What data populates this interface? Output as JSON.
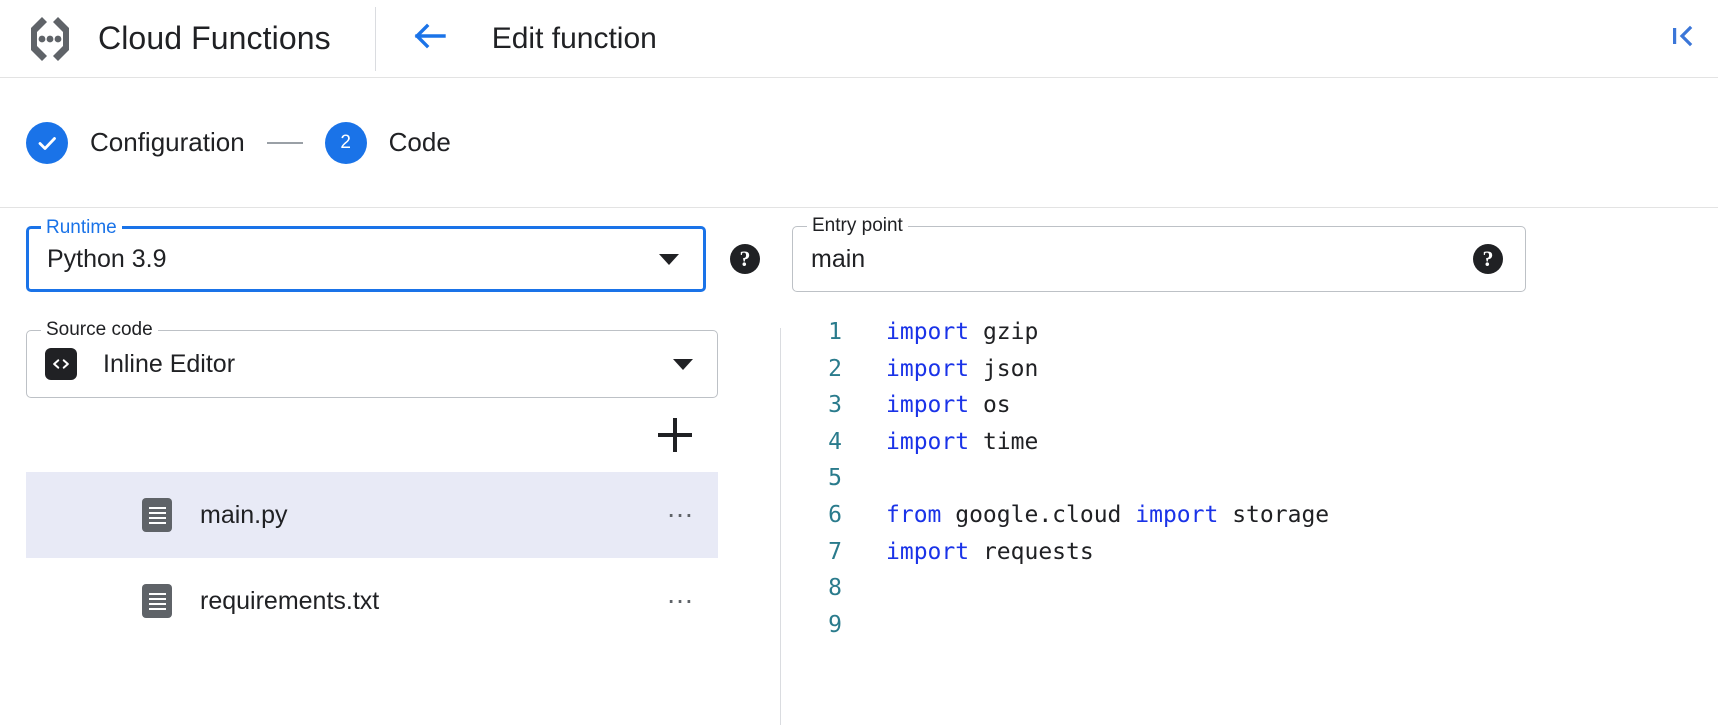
{
  "header": {
    "brand_title": "Cloud Functions",
    "brand_logo_icon": "cloud-functions-logo-icon",
    "back_icon": "arrow-left-icon",
    "page_title": "Edit function",
    "collapse_icon": "collapse-panel-icon"
  },
  "stepper": {
    "steps": [
      {
        "marker": "✓",
        "label": "Configuration",
        "state": "completed"
      },
      {
        "marker": "2",
        "label": "Code",
        "state": "active"
      }
    ]
  },
  "form": {
    "runtime": {
      "legend": "Runtime",
      "value": "Python 3.9",
      "focused": true,
      "dropdown_icon": "chevron-down-icon",
      "help_icon": "help-icon",
      "help_label": "?"
    },
    "entry_point": {
      "legend": "Entry point",
      "value": "main",
      "focused": false,
      "help_icon": "help-icon",
      "help_label": "?"
    },
    "source_code": {
      "legend": "Source code",
      "value": "Inline Editor",
      "leading_icon": "code-brackets-icon",
      "dropdown_icon": "chevron-down-icon"
    },
    "add_file_label": "+",
    "add_file_icon": "plus-icon"
  },
  "files": [
    {
      "name": "main.py",
      "icon": "file-icon",
      "selected": true,
      "menu_icon": "overflow-menu-icon",
      "menu_label": "…"
    },
    {
      "name": "requirements.txt",
      "icon": "file-icon",
      "selected": false,
      "menu_icon": "overflow-menu-icon",
      "menu_label": "…"
    }
  ],
  "editor": {
    "lines": [
      {
        "num": "1",
        "tokens": [
          {
            "t": "import",
            "k": "kw"
          },
          {
            "t": " gzip",
            "k": "id"
          }
        ]
      },
      {
        "num": "2",
        "tokens": [
          {
            "t": "import",
            "k": "kw"
          },
          {
            "t": " json",
            "k": "id"
          }
        ]
      },
      {
        "num": "3",
        "tokens": [
          {
            "t": "import",
            "k": "kw"
          },
          {
            "t": " os",
            "k": "id"
          }
        ]
      },
      {
        "num": "4",
        "tokens": [
          {
            "t": "import",
            "k": "kw"
          },
          {
            "t": " time",
            "k": "id"
          }
        ]
      },
      {
        "num": "5",
        "tokens": []
      },
      {
        "num": "6",
        "tokens": [
          {
            "t": "from",
            "k": "kw"
          },
          {
            "t": " google.cloud ",
            "k": "id"
          },
          {
            "t": "import",
            "k": "kw"
          },
          {
            "t": " storage",
            "k": "id"
          }
        ]
      },
      {
        "num": "7",
        "tokens": [
          {
            "t": "import",
            "k": "kw"
          },
          {
            "t": " requests",
            "k": "id"
          }
        ]
      },
      {
        "num": "8",
        "tokens": []
      },
      {
        "num": "9",
        "tokens": []
      }
    ]
  },
  "colors": {
    "accent": "#1a73e8",
    "keyword": "#1a33e8",
    "line_number": "#2a7b8c",
    "selected_row": "#e8eaf6",
    "text": "#202124"
  }
}
